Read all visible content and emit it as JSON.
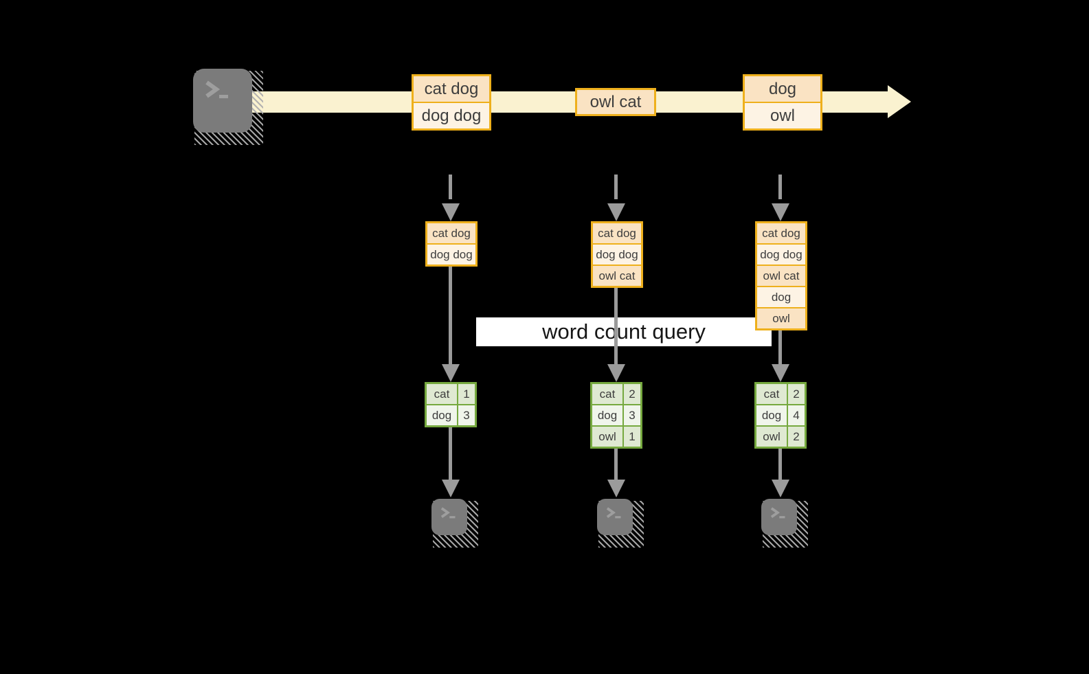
{
  "query_label": "word count query",
  "stream": {
    "events": [
      {
        "lines": [
          "cat dog",
          "dog dog"
        ]
      },
      {
        "lines": [
          "owl cat"
        ]
      },
      {
        "lines": [
          "dog",
          "owl"
        ]
      }
    ]
  },
  "columns": [
    {
      "buffer": [
        "cat dog",
        "dog dog"
      ],
      "counts": [
        {
          "word": "cat",
          "value": "1"
        },
        {
          "word": "dog",
          "value": "3"
        }
      ]
    },
    {
      "buffer": [
        "cat dog",
        "dog dog",
        "owl cat"
      ],
      "counts": [
        {
          "word": "cat",
          "value": "2"
        },
        {
          "word": "dog",
          "value": "3"
        },
        {
          "word": "owl",
          "value": "1"
        }
      ]
    },
    {
      "buffer": [
        "cat dog",
        "dog dog",
        "owl cat",
        "dog",
        "owl"
      ],
      "counts": [
        {
          "word": "cat",
          "value": "2"
        },
        {
          "word": "dog",
          "value": "4"
        },
        {
          "word": "owl",
          "value": "2"
        }
      ]
    }
  ],
  "icons": {
    "source": "terminal-icon",
    "sinks": [
      "terminal-icon",
      "terminal-icon",
      "terminal-icon"
    ]
  },
  "palette": {
    "stream_arrow": "#faf2d0",
    "event_border": "#eeb01c",
    "event_fill_dark": "#fae3c3",
    "event_fill_light": "#fdf3e4",
    "table_border": "#76a93f",
    "table_fill_dark": "#dfe9d2",
    "table_fill_light": "#f0f5eb",
    "arrow_gray": "#9b9b9b",
    "terminal_gray": "#7b7b7b",
    "label_background": "#ffffff"
  }
}
